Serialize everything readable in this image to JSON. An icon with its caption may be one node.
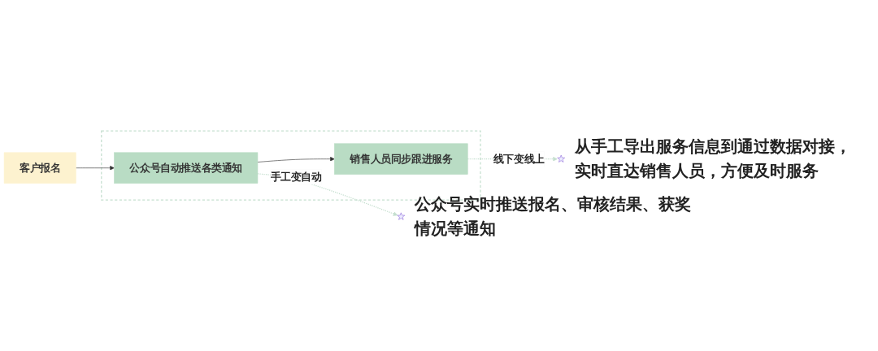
{
  "diagram": {
    "nodes": [
      {
        "text": [
          "客户报名"
        ]
      },
      {
        "text": [],
        "shape": "box"
      },
      {
        "text": [
          "公众号自动推送各类通知"
        ],
        "in": 1
      },
      {
        "text": [
          "销售人员同步跟进服务"
        ],
        "in": 1
      },
      {
        "text": [],
        "shape": "star",
        "beside": [
          "公众号实时推送报名、审核结果、获奖情况等通知"
        ]
      },
      {
        "text": [],
        "shape": "star",
        "beside": [
          "从手工导出服务信息到通过数据对接，实时直达销售人员，方便及时服务"
        ]
      }
    ],
    "edges": [
      {
        "from": 0,
        "to": 2,
        "arrow": "to"
      },
      {
        "from": 2,
        "to": 3,
        "arrow": "to"
      },
      {
        "from": 2,
        "to": 4,
        "arrow": "to",
        "label": "手工变自动",
        "style": "dashed",
        "color": "#c5dfcf"
      },
      {
        "from": 3,
        "to": 5,
        "arrow": "to",
        "label": "线下变线上",
        "style": "dashed",
        "color": "#c5dfcf"
      }
    ]
  }
}
